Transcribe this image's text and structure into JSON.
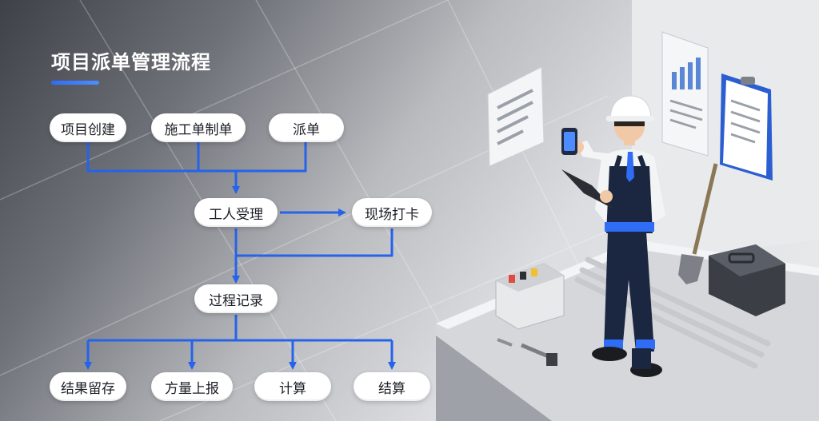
{
  "diagram": {
    "title": "项目派单管理流程",
    "nodes": {
      "project_create": "项目创建",
      "work_order": "施工单制单",
      "dispatch": "派单",
      "worker_accept": "工人受理",
      "site_checkin": "现场打卡",
      "process_record": "过程记录",
      "result_archive": "结果留存",
      "quantity_report": "方量上报",
      "calculate": "计算",
      "settlement": "结算"
    },
    "edges": [
      [
        "项目创建",
        "工人受理"
      ],
      [
        "施工单制单",
        "工人受理"
      ],
      [
        "派单",
        "工人受理"
      ],
      [
        "工人受理",
        "现场打卡"
      ],
      [
        "工人受理",
        "过程记录"
      ],
      [
        "现场打卡",
        "过程记录"
      ],
      [
        "过程记录",
        "结果留存"
      ],
      [
        "过程记录",
        "方量上报"
      ],
      [
        "过程记录",
        "计算"
      ],
      [
        "过程记录",
        "结算"
      ]
    ]
  },
  "colors": {
    "accent": "#2563eb",
    "node_bg": "#ffffff",
    "title": "#ffffff"
  }
}
